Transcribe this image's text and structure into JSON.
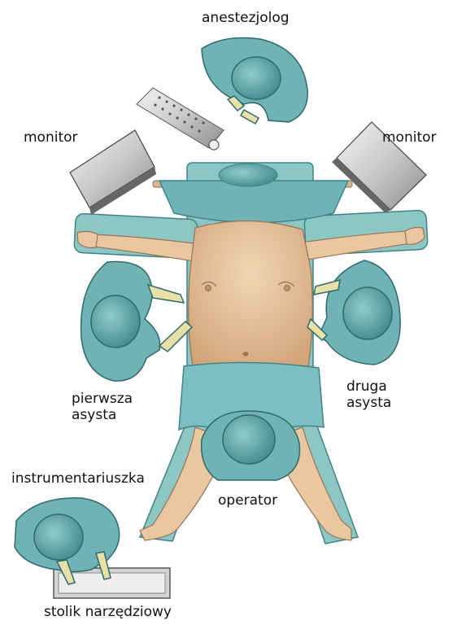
{
  "labels": {
    "anesthesiologist": "anestezjolog",
    "monitor_left": "monitor",
    "monitor_right": "monitor",
    "first_assistant": "pierwsza\nasysta",
    "second_assistant": "druga\nasysta",
    "operator": "operator",
    "scrub_nurse": "instrumentariuszka",
    "instrument_table": "stolik narzędziowy"
  },
  "colors": {
    "gown": "#6fb3b5",
    "gown_dark": "#3f8487",
    "drape": "#7dbfc0",
    "table": "#8cc7c6",
    "skin": "#e9c7a1",
    "skin_dark": "#b98d66",
    "glove": "#e8e0a6",
    "monitor": "#d3d3d3"
  }
}
